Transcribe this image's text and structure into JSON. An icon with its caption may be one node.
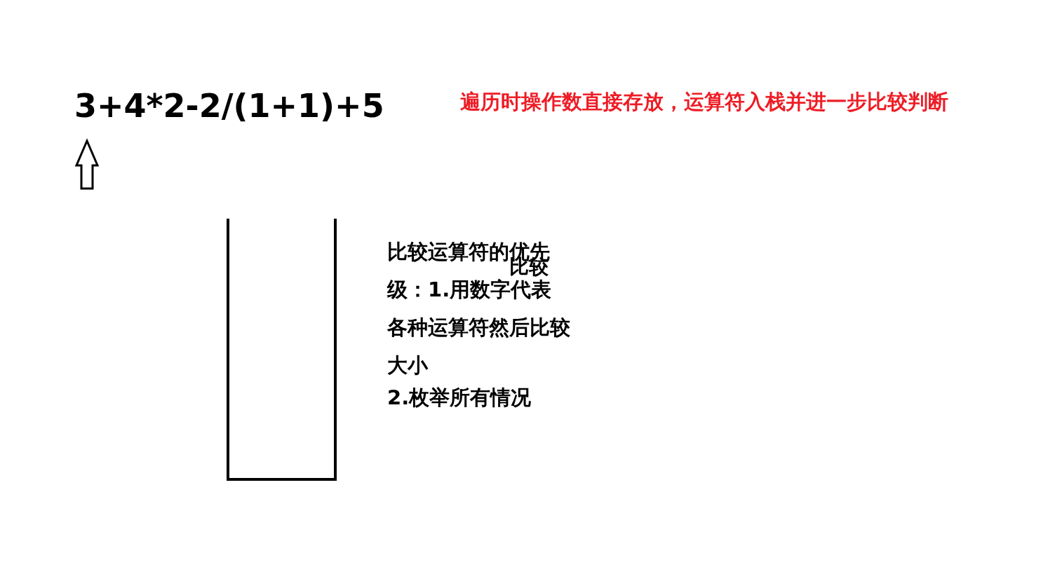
{
  "diagram": {
    "labels": [
      "3+4*2-2/(1+1)+5",
      "遍历时操作数直接存放，运算符入栈并进一步比较判断",
      "比较运算符的优先级：1.用数字代表各种运算符然后比较大小",
      "比较",
      "2.枚举所有情况"
    ]
  }
}
